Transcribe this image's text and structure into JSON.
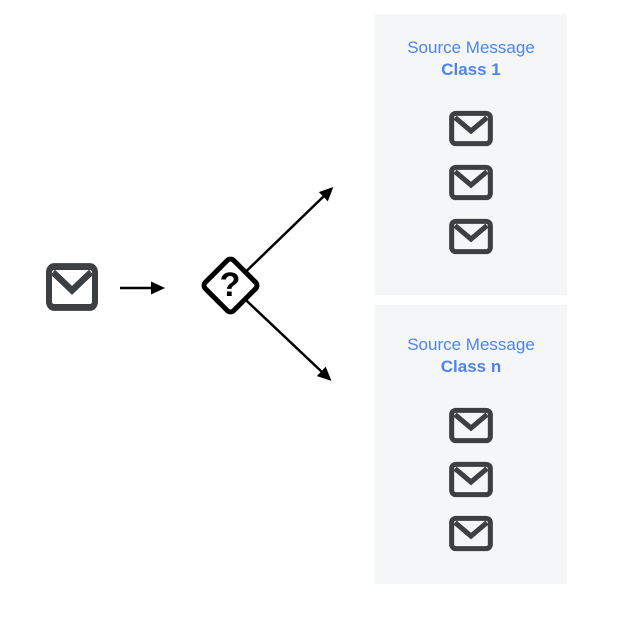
{
  "diagram": {
    "input_message": {
      "icon": "envelope-icon"
    },
    "classifier": {
      "label": "?"
    },
    "panels": [
      {
        "title": "Source Message",
        "class_label": "Class 1",
        "message_count": 3
      },
      {
        "title": "Source Message",
        "class_label": "Class n",
        "message_count": 3
      }
    ],
    "colors": {
      "panel_background": "#f5f6f8",
      "heading_blue": "#4d84ee",
      "envelope_gray": "#3c4043",
      "line_black": "#000000"
    }
  }
}
